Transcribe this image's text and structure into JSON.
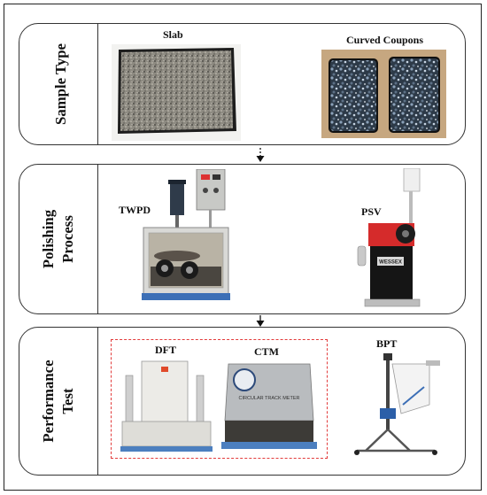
{
  "panels": [
    {
      "title": "Sample Type",
      "items": [
        "Slab",
        "Curved Coupons"
      ]
    },
    {
      "title_lines": [
        "Polishing",
        "Process"
      ],
      "items": [
        "TWPD",
        "PSV"
      ]
    },
    {
      "title_lines": [
        "Performance",
        "Test"
      ],
      "items": [
        "DFT",
        "CTM",
        "BPT"
      ]
    }
  ],
  "device_text": {
    "ctm_label": "CIRCULAR TRACK METER",
    "psv_badge": "WESSEX"
  },
  "colors": {
    "panel_border": "#333333",
    "dashed_box": "#e23b3b",
    "psv_red": "#d52b2b"
  }
}
